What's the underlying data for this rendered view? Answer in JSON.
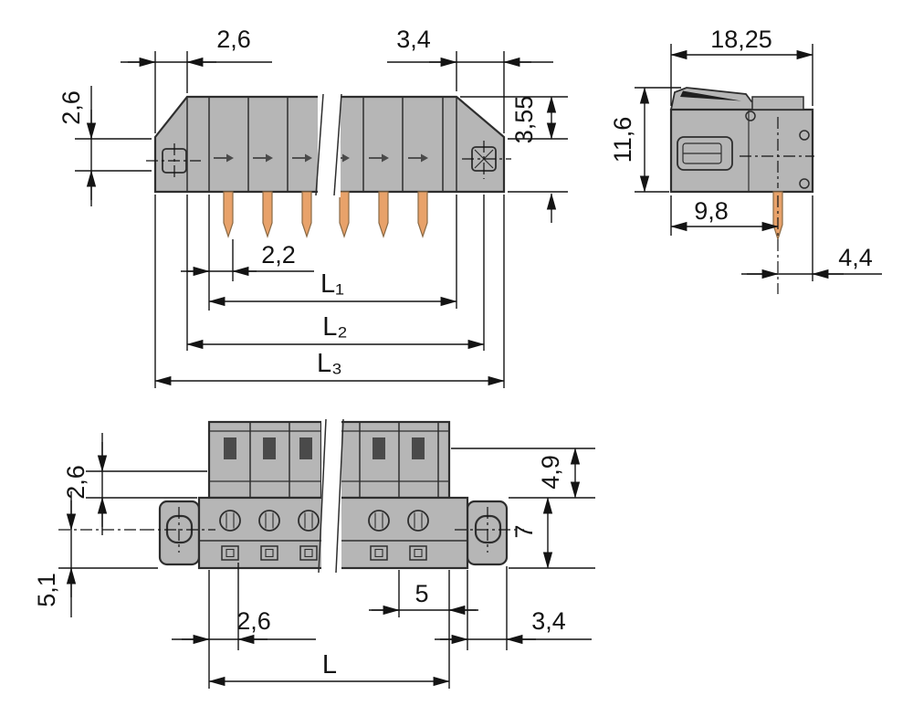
{
  "colors": {
    "background": "#ffffff",
    "body_gray": "#b6b6b6",
    "pin_orange": "#e8a26a",
    "slot_dark": "#4a4a4a",
    "latch_dark": "#1f1f1f",
    "line_dark": "#141414"
  },
  "views": {
    "side": {
      "name": "side-view-multipole",
      "dims": {
        "top_left": "2,6",
        "top_right": "3,4",
        "left": "2,6",
        "right": "3,55",
        "pin": "2,2",
        "l1": "L₁",
        "l2": "L₂",
        "l3": "L₃"
      }
    },
    "profile": {
      "name": "profile-view-single-pole",
      "dims": {
        "width": "18,25",
        "height": "11,6",
        "front": "9,8",
        "back": "4,4"
      }
    },
    "front": {
      "name": "front-view-multipole",
      "dims": {
        "upper": "2,6",
        "plug": "4,9",
        "body": "7",
        "lower": "5,1",
        "offset": "2,6",
        "pitch": "5",
        "flange": "3,4",
        "length": "L"
      }
    }
  }
}
